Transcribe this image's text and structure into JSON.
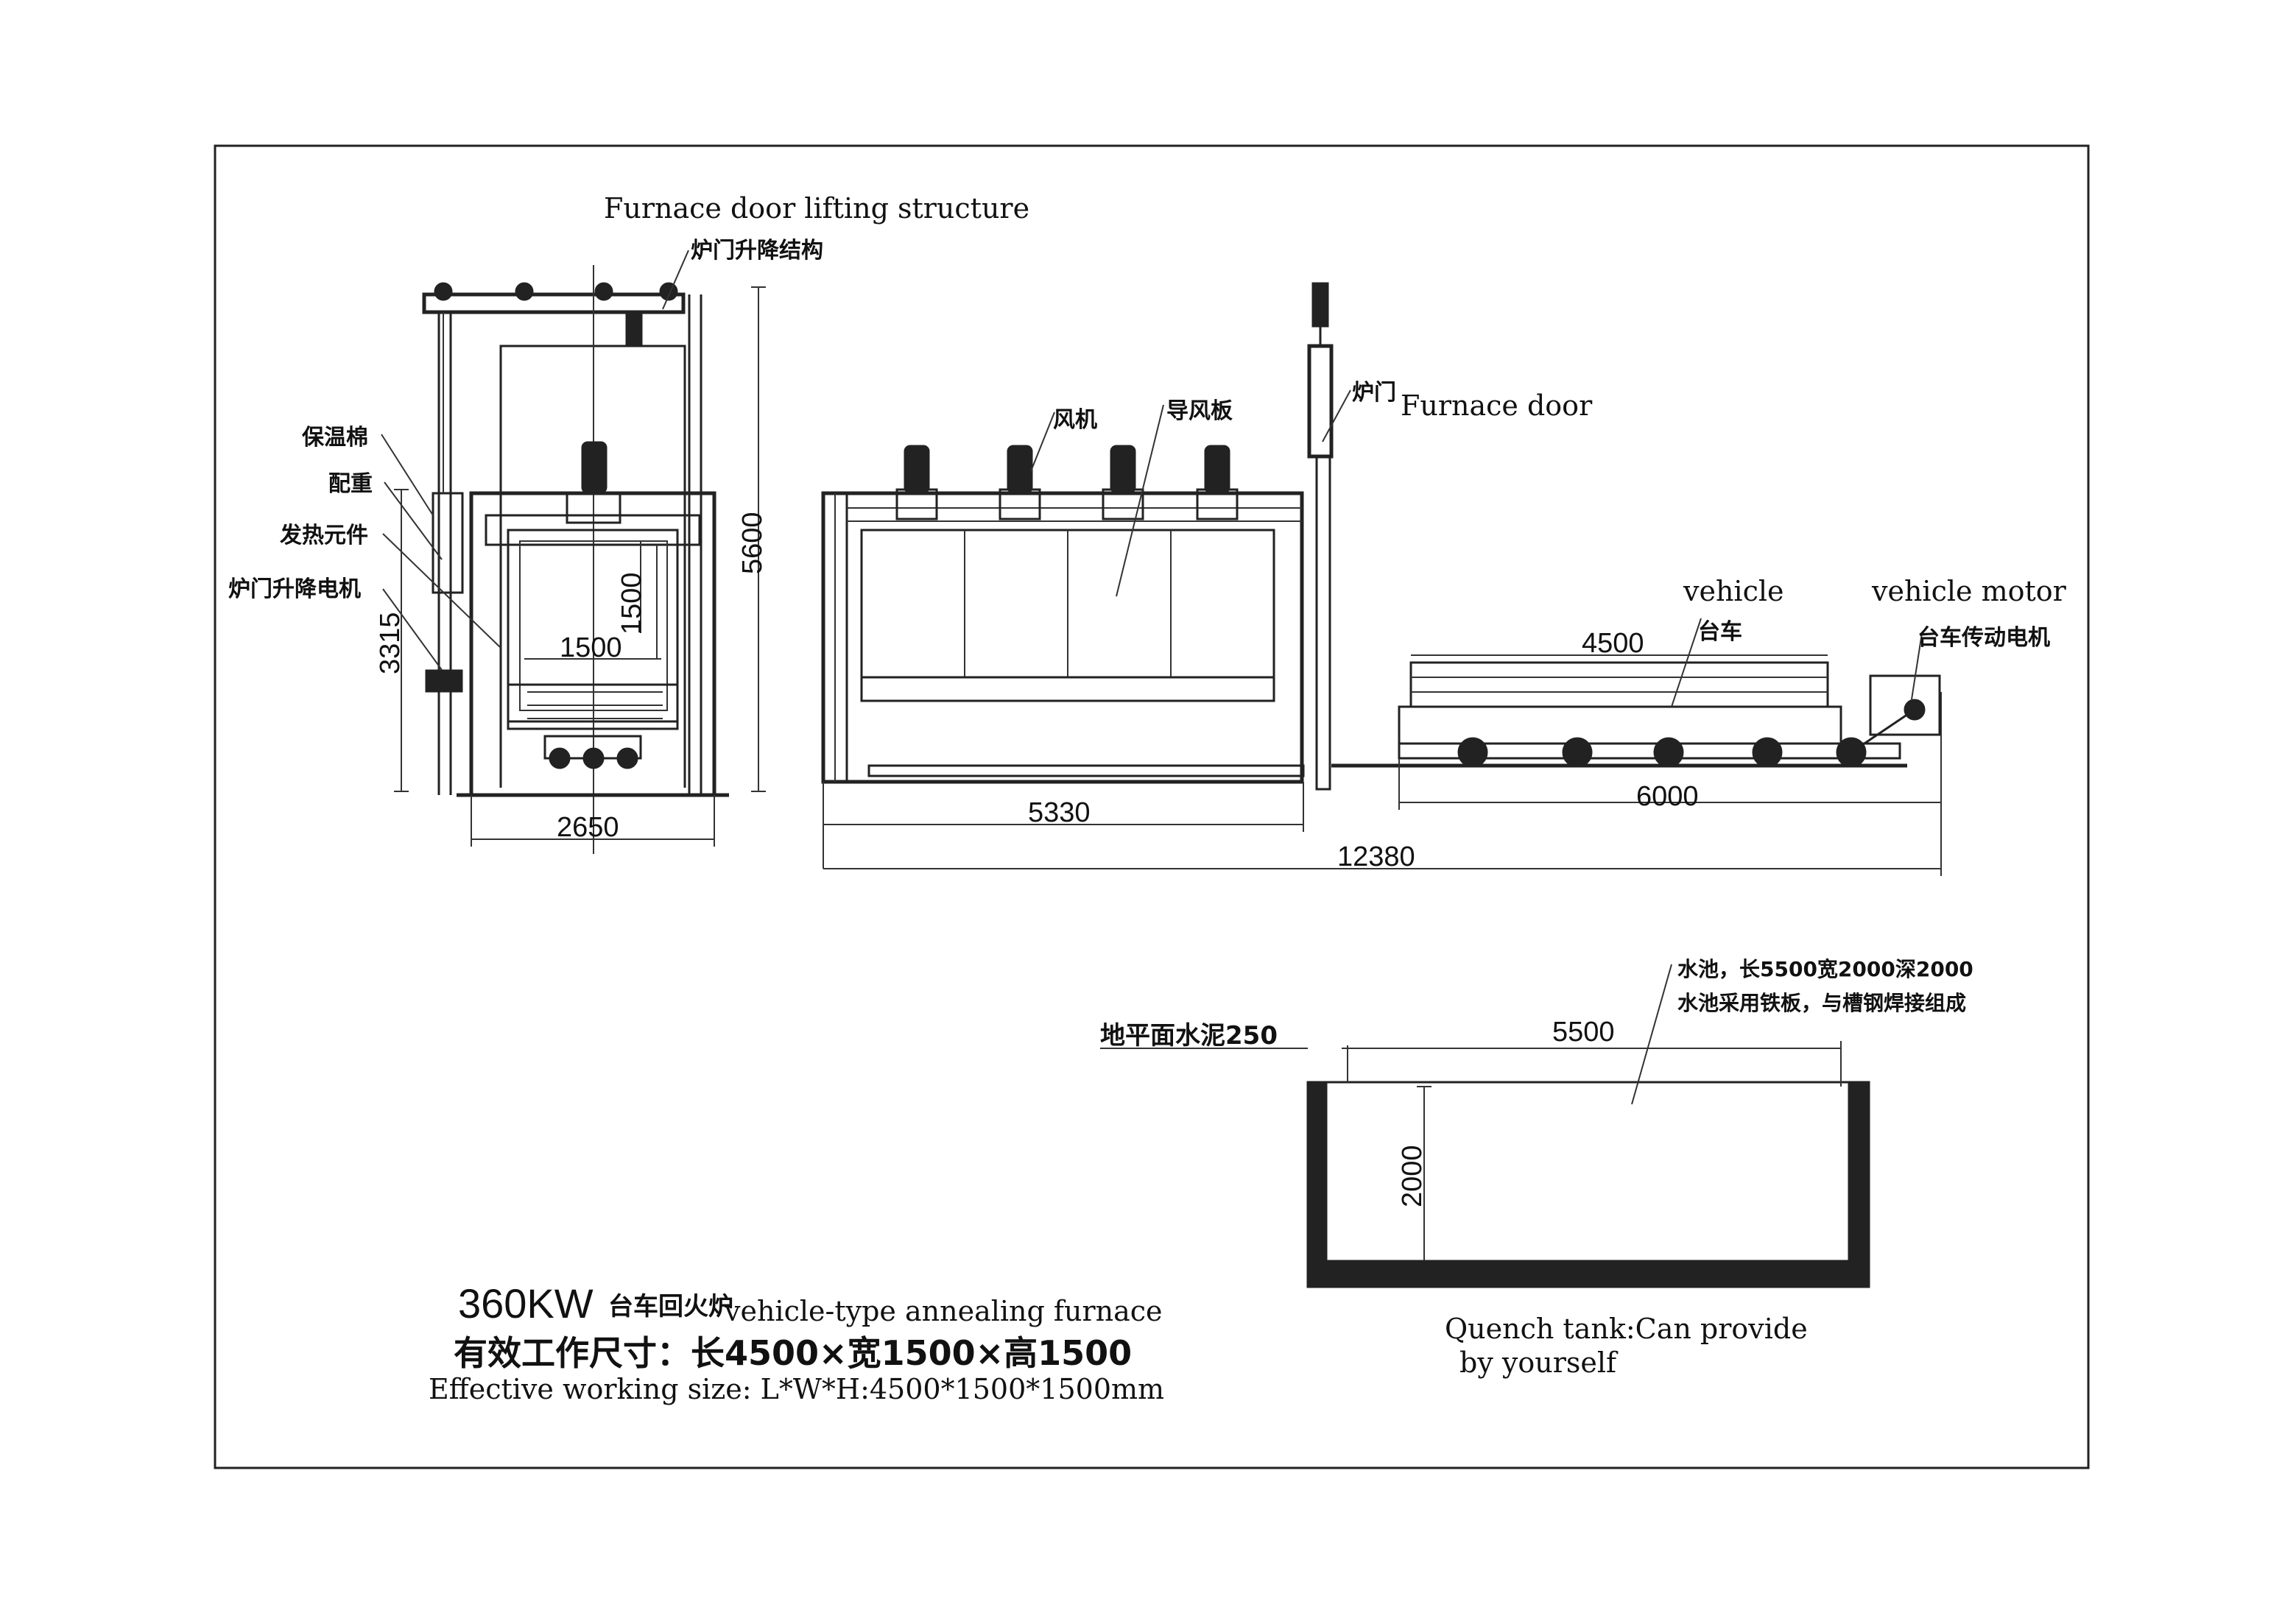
{
  "labels": {
    "door_lift_en": "Furnace door lifting structure",
    "door_lift_cn": "炉门升降结构",
    "insulation_cn": "保温棉",
    "counterweight_cn": "配重",
    "heating_element_cn": "发热元件",
    "door_motor_cn": "炉门升降电机",
    "fan_cn": "风机",
    "air_guide_cn": "导风板",
    "door_cn": "炉门",
    "door_en": "Furnace door",
    "vehicle_en": "vehicle",
    "vehicle_cn": "台车",
    "vehicle_motor_en": "vehicle motor",
    "vehicle_motor_cn": "台车传动电机",
    "pool_line1_cn": "水池，长5500宽2000深2000",
    "pool_line2_cn": "水池采用铁板，与槽钢焊接组成",
    "ground_cn": "地平面水泥250",
    "quench_line1": "Quench tank:Can provide",
    "quench_line2": "by yourself"
  },
  "dimensions": {
    "d5600": "5600",
    "d3315": "3315",
    "d1500_h": "1500",
    "d1500_v": "1500",
    "d2650": "2650",
    "d5330": "5330",
    "d4500": "4500",
    "d6000": "6000",
    "d12380": "12380",
    "d5500": "5500",
    "d2000": "2000"
  },
  "title_block": {
    "power": "360KW",
    "name_cn": "台车回火炉",
    "name_en": "vehicle-type annealing furnace",
    "size_cn": "有效工作尺寸：长4500×宽1500×高1500",
    "size_en": "Effective working size: L*W*H:4500*1500*1500mm"
  }
}
